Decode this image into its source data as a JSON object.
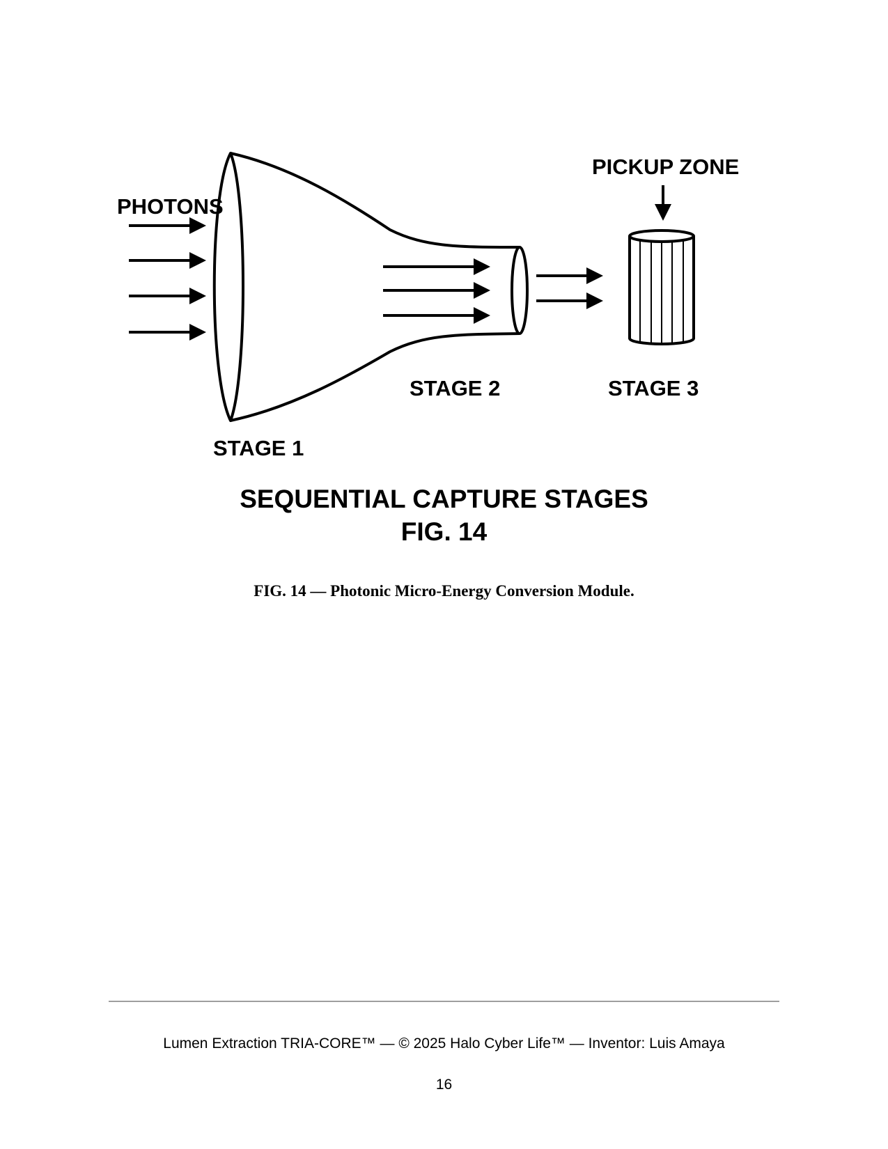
{
  "diagram": {
    "labels": {
      "photons": "PHOTONS",
      "pickup_zone": "PICKUP ZONE",
      "stage1": "STAGE 1",
      "stage2": "STAGE 2",
      "stage3": "STAGE 3"
    },
    "title": "SEQUENTIAL CAPTURE STAGES",
    "figure_number": "FIG. 14"
  },
  "caption": "FIG. 14 — Photonic Micro-Energy Conversion Module.",
  "footer": {
    "text": "Lumen Extraction TRIA-CORE™ — © 2025 Halo Cyber Life™ — Inventor: Luis Amaya",
    "page_number": "16"
  }
}
